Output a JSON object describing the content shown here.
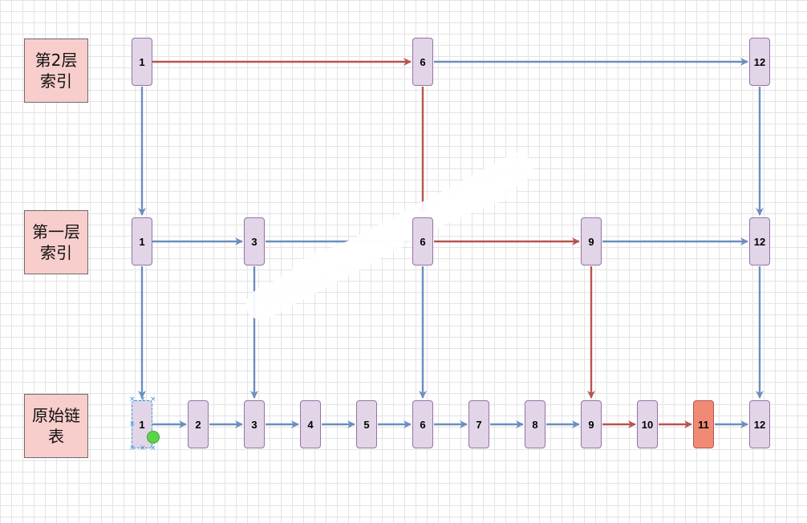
{
  "labels": {
    "level2": "第2层\n索引",
    "level1": "第一层\n索引",
    "base": "原始链\n表"
  },
  "level2_nodes": [
    "1",
    "6",
    "12"
  ],
  "level1_nodes": [
    "1",
    "3",
    "6",
    "9",
    "12"
  ],
  "base_nodes": [
    "1",
    "2",
    "3",
    "4",
    "5",
    "6",
    "7",
    "8",
    "9",
    "10",
    "11",
    "12"
  ],
  "target_node": "11",
  "colors": {
    "node_fill": "#e1d5e7",
    "node_border": "#9673a6",
    "target_fill": "#f08a75",
    "label_fill": "#f8cecc",
    "arrow_blue": "#6c8ebf",
    "arrow_red": "#b85450",
    "selection": "#3b8fd9",
    "green_dot": "#5ad449"
  }
}
